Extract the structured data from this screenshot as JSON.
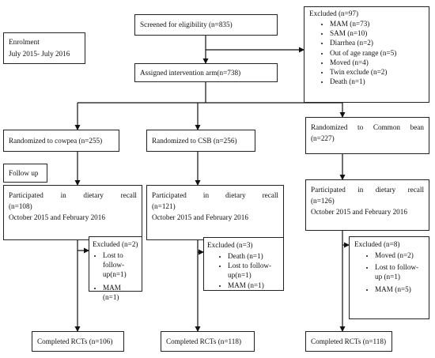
{
  "enrolment": {
    "label": "Enrolment",
    "period": "July 2015- July 2016"
  },
  "screened": "Screened for eligibility (n=835)",
  "assigned": "Assigned intervention arm(n=738)",
  "excluded_top": {
    "title": "Excluded (n=97)",
    "items": [
      "MAM (n=73)",
      "SAM (n=10)",
      "Diarrhea (n=2)",
      "Out of age range (n=5)",
      "Moved (n=4)",
      "Twin exclude (n=2)",
      "Death (n=1)"
    ]
  },
  "follow_up_label": "Follow up",
  "arms": [
    {
      "randomized": "Randomized to cowpea (n=255)",
      "recall_words": [
        "Participated",
        "in",
        "dietary",
        "recall"
      ],
      "recall_n": "(n=108)",
      "recall_period": "October 2015 and February 2016",
      "excluded_title": "Excluded (n=2)",
      "excluded_items": [
        "Lost to follow-up(n=1)",
        "MAM (n=1)"
      ],
      "completed": "Completed RCTs (n=106)"
    },
    {
      "randomized": "Randomized to CSB (n=256)",
      "recall_words": [
        "Participated",
        "in",
        "dietary",
        "recall"
      ],
      "recall_n": "(n=121)",
      "recall_period": "October 2015 and February 2016",
      "excluded_title": "Excluded (n=3)",
      "excluded_items": [
        "Death (n=1)",
        "Lost to follow-up(n=1)",
        "MAM (n=1)"
      ],
      "completed": "Completed RCTs (n=118)"
    },
    {
      "randomized_words": [
        "Randomized",
        "to",
        "Common",
        "bean"
      ],
      "randomized_n": "(n=227)",
      "recall_words": [
        "Participated",
        "in",
        "dietary",
        "recall"
      ],
      "recall_n": "(n=126)",
      "recall_period": "October 2015 and February 2016",
      "excluded_title": "Excluded (n=8)",
      "excluded_items": [
        "Moved (n=2)",
        "Lost to follow-up (n=1)",
        "MAM (n=5)"
      ],
      "completed": "Completed RCTs (n=118)"
    }
  ]
}
